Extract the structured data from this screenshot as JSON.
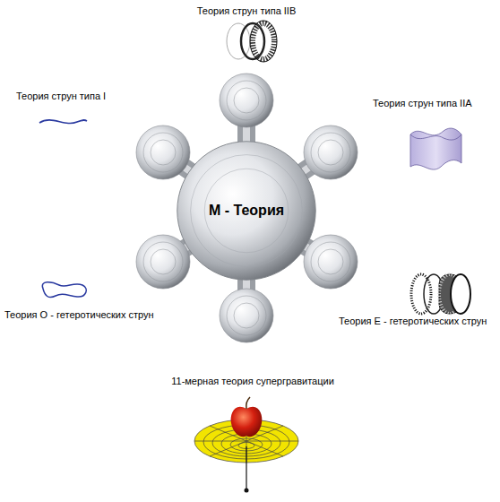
{
  "diagram": {
    "nodes": [
      {
        "text": [
          "M - Теория"
        ]
      }
    ],
    "labels": [
      "Теория струн типа IIB",
      "Теория струн типа I",
      "Теория струн типа IIA",
      "Теория O - гетеротических струн",
      "Теория E - гетеротических струн",
      "11-мерная теория супергравитации"
    ]
  }
}
